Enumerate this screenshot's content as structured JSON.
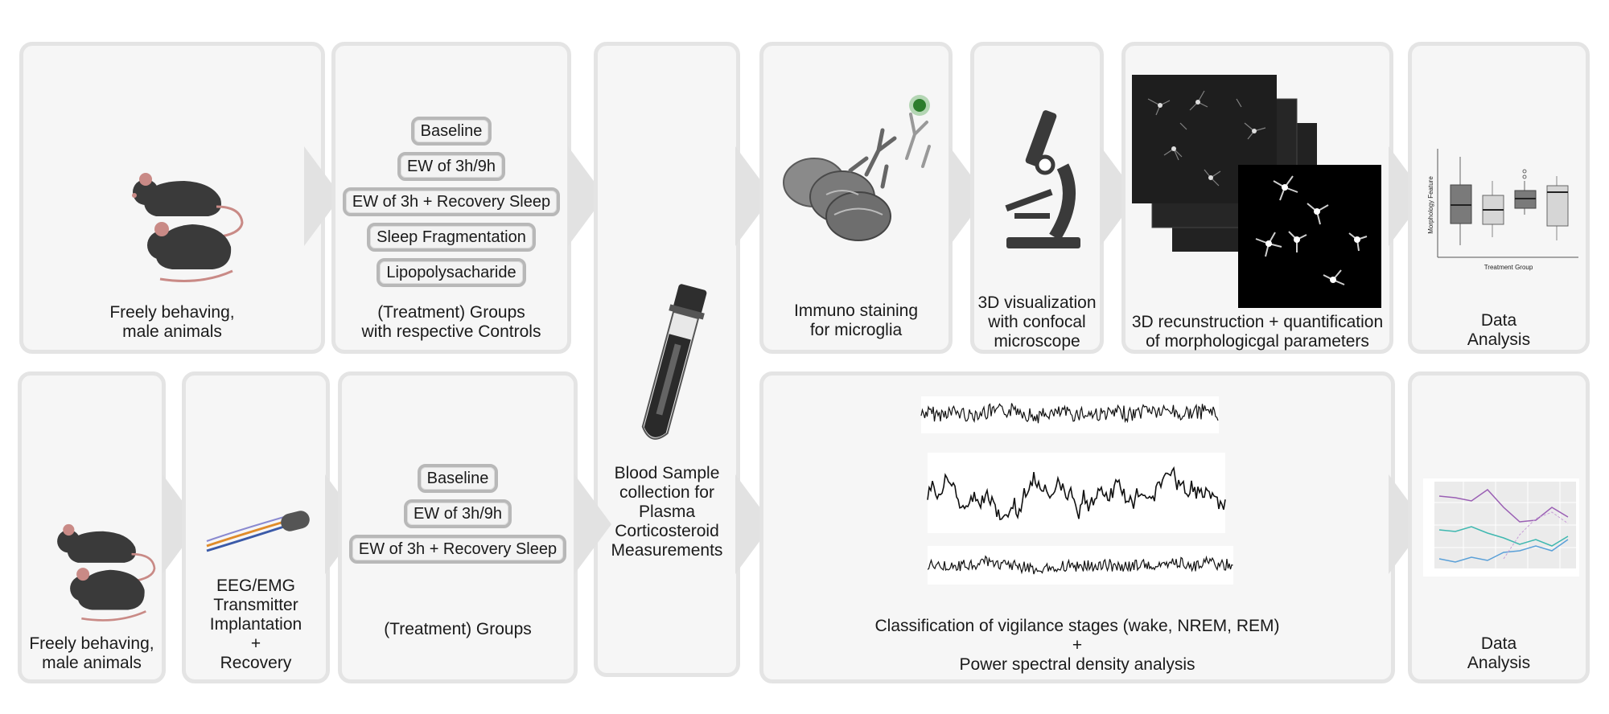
{
  "top": {
    "animals_caption": "Freely behaving,\nmale animals",
    "groups": [
      "Baseline",
      "EW of 3h/9h",
      "EW of 3h + Recovery Sleep",
      "Sleep Fragmentation",
      "Lipopolysacharide"
    ],
    "groups_caption": "(Treatment) Groups\nwith respective Controls",
    "immuno_caption": "Immuno staining\nfor microglia",
    "confocal_caption": "3D visualization\nwith  confocal\nmicroscope",
    "reconstruction_caption": "3D recunstruction + quantification\nof morphologicgal parameters",
    "analysis_caption": "Data\nAnalysis",
    "boxplot": {
      "ylabel": "Morphology Feature",
      "xlabel": "Treatment Group"
    }
  },
  "blood": {
    "caption": "Blood Sample\ncollection for\nPlasma\nCorticosteroid\nMeasurements"
  },
  "bottom": {
    "animals_caption": "Freely behaving,\nmale animals",
    "implant_caption": "EEG/EMG\nTransmitter\nImplantation\n+\nRecovery",
    "groups": [
      "Baseline",
      "EW of 3h/9h",
      "EW of 3h + Recovery Sleep"
    ],
    "groups_caption": "(Treatment) Groups",
    "eeg_caption": "Classification of vigilance stages (wake, NREM, REM)\n+\nPower spectral density analysis",
    "analysis_caption": "Data\nAnalysis"
  },
  "colors": {
    "panel_bg": "#f6f6f6",
    "panel_border": "#e4e4e4",
    "arrow": "#e2e2e2",
    "mouse": "#3a3a3a",
    "mouse_ear": "#c98a86",
    "stain_green": "#3a9a3a"
  }
}
